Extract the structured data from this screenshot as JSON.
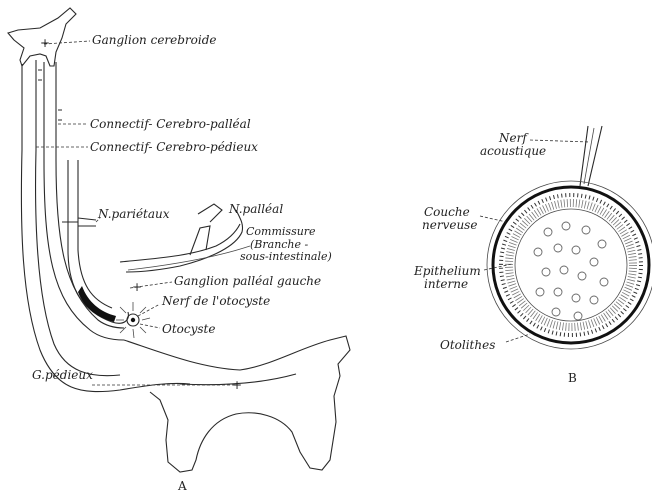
{
  "figure_a": {
    "caption": "A",
    "labels": {
      "ganglion_cerebroide": "Ganglion cerebroide",
      "connectif_cerebro_palleal": "Connectif- Cerebro-palléal",
      "connectif_cerebro_pedieux": "Connectif- Cerebro-pédieux",
      "n_parietaux": "N.pariétaux",
      "n_palleal": "N.palléal",
      "commissure": "Commissure",
      "branche": "(Branche -",
      "sous_intestinale": "sous-intestinale)",
      "ganglion_palleal_gauche": "Ganglion palléal gauche",
      "nerf_otocyste": "Nerf de l'otocyste",
      "otocyste": "Otocyste",
      "g_pedieux": "G.pédieux"
    }
  },
  "figure_b": {
    "caption": "B",
    "labels": {
      "nerf": "Nerf",
      "acoustique": "acoustique",
      "couche": "Couche",
      "nerveuse": "nerveuse",
      "epithelium": "Epithelium",
      "interne": "interne",
      "otolithes": "Otolithes"
    }
  }
}
